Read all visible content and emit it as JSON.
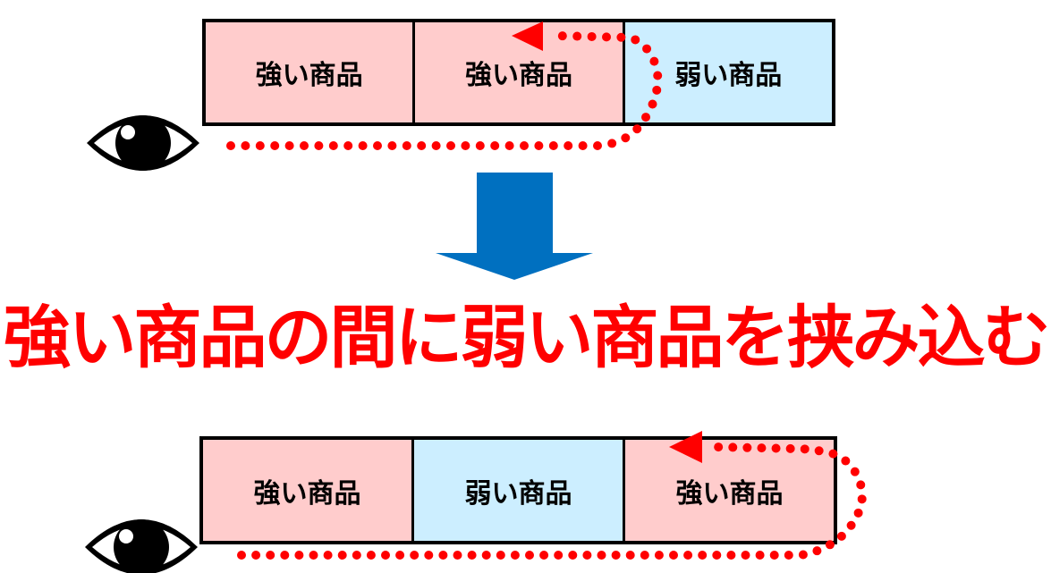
{
  "top_shelf": {
    "cells": [
      {
        "label": "強い商品",
        "type": "strong"
      },
      {
        "label": "強い商品",
        "type": "strong"
      },
      {
        "label": "弱い商品",
        "type": "weak"
      }
    ]
  },
  "transition_arrow": {
    "direction": "down",
    "color": "#0070c0"
  },
  "headline": {
    "text": "強い商品の間に弱い商品を挟み込む",
    "color": "#ff0000"
  },
  "bottom_shelf": {
    "cells": [
      {
        "label": "強い商品",
        "type": "strong"
      },
      {
        "label": "弱い商品",
        "type": "weak"
      },
      {
        "label": "強い商品",
        "type": "strong"
      }
    ]
  },
  "colors": {
    "strong_fill": "#ffcccc",
    "weak_fill": "#cceeff",
    "gaze_path": "#ff0000",
    "arrow": "#0070c0"
  },
  "icons": {
    "viewer": "eye-icon",
    "gaze_path": "dotted-arrow-path"
  }
}
